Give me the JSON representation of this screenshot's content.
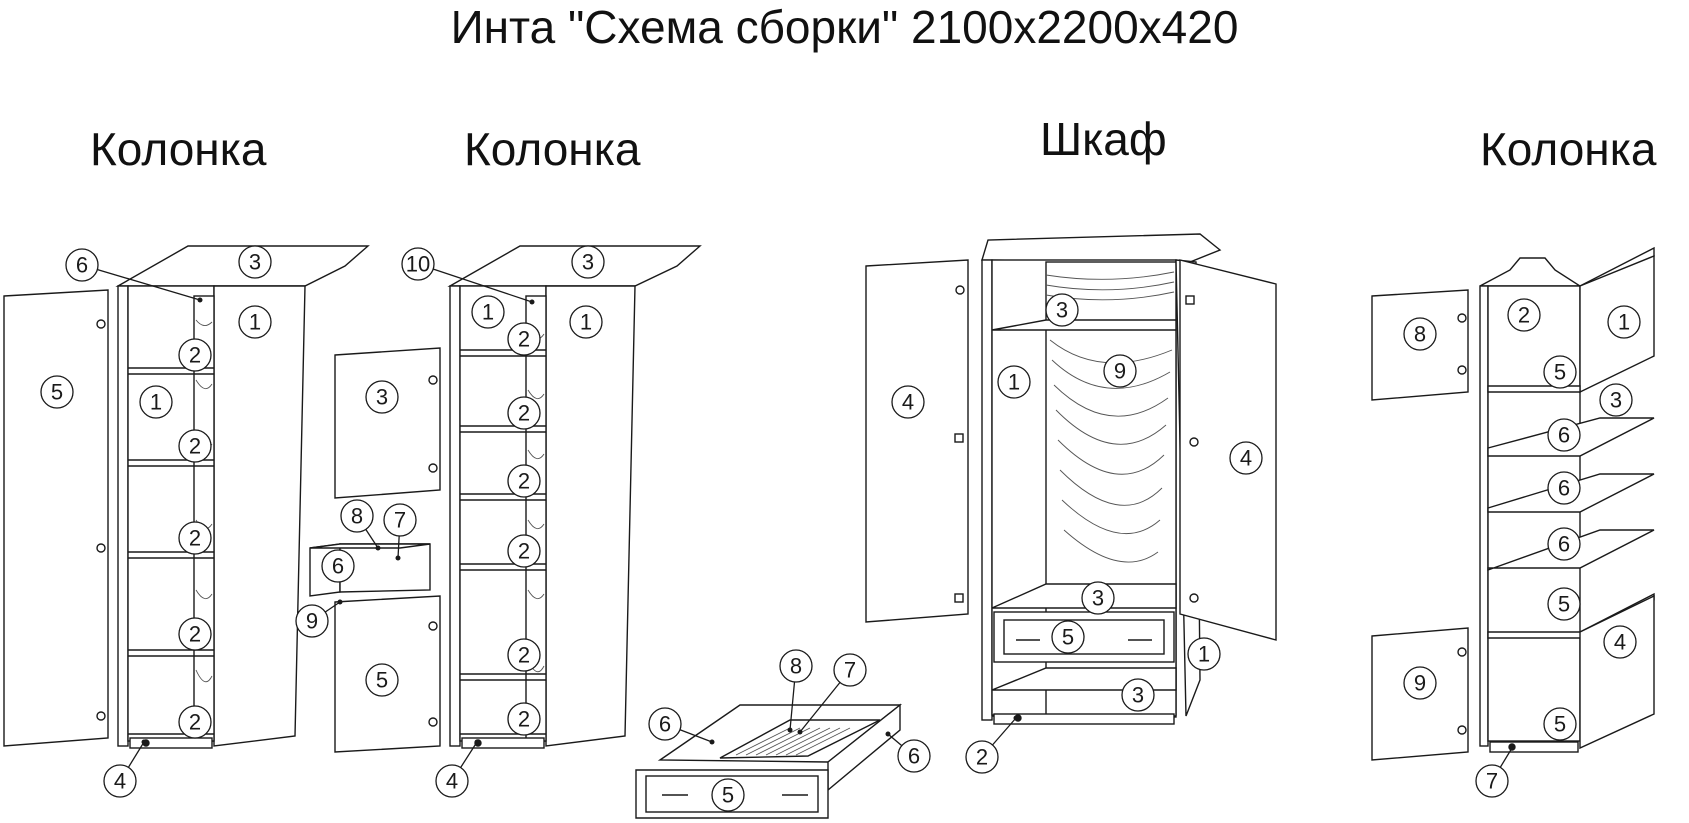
{
  "title": "Инта \"Схема сборки\" 2100x2200x420",
  "headings": {
    "col1": "Колонка",
    "col2": "Колонка",
    "wardrobe": "Шкаф",
    "col4": "Колонка"
  },
  "callouts": {
    "c1": [
      "6",
      "3",
      "1",
      "5",
      "1",
      "2",
      "2",
      "2",
      "2",
      "2",
      "4"
    ],
    "c2": [
      "10",
      "3",
      "1",
      "1",
      "2",
      "2",
      "2",
      "2",
      "2",
      "2",
      "4",
      "8",
      "7",
      "6",
      "9",
      "5",
      "3"
    ],
    "wardrobe": [
      "4",
      "3",
      "1",
      "9",
      "4",
      "3",
      "5",
      "1",
      "3",
      "2"
    ],
    "drawer": [
      "8",
      "7",
      "6",
      "6",
      "5"
    ],
    "c4": [
      "8",
      "2",
      "1",
      "5",
      "3",
      "6",
      "6",
      "6",
      "5",
      "4",
      "9",
      "5",
      "7"
    ]
  }
}
